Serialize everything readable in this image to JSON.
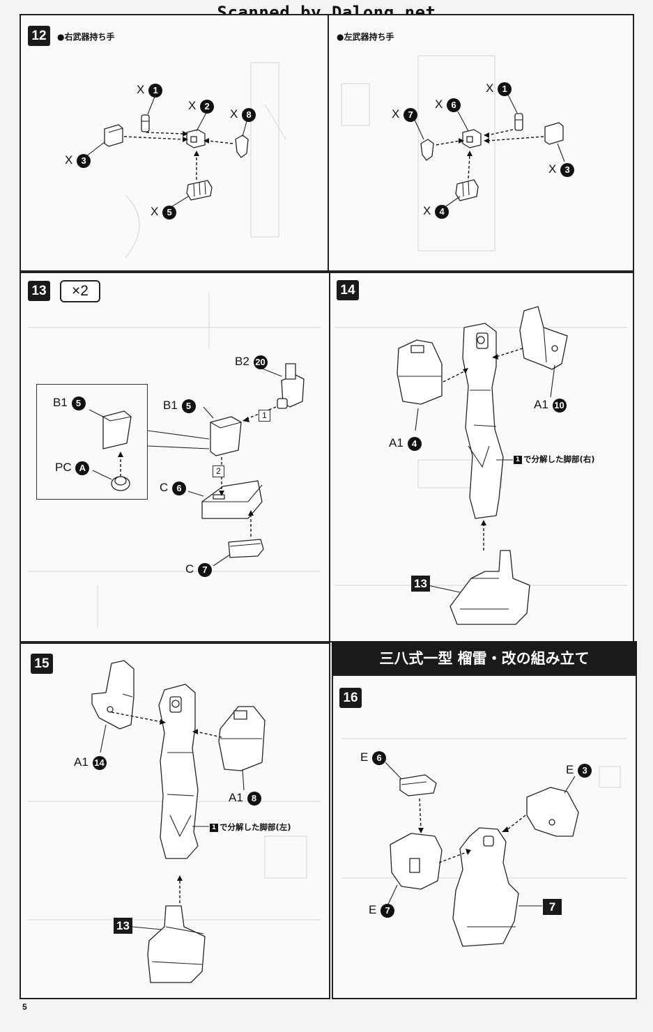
{
  "watermark": "Scanned by Dalong.net",
  "page_number": "5",
  "step12": {
    "number": "12",
    "right_title": "●右武器持ち手",
    "left_title": "●左武器持ち手",
    "right_labels": [
      {
        "prefix": "X",
        "num": "1"
      },
      {
        "prefix": "X",
        "num": "2"
      },
      {
        "prefix": "X",
        "num": "8"
      },
      {
        "prefix": "X",
        "num": "3"
      },
      {
        "prefix": "X",
        "num": "5"
      }
    ],
    "left_labels": [
      {
        "prefix": "X",
        "num": "1"
      },
      {
        "prefix": "X",
        "num": "7"
      },
      {
        "prefix": "X",
        "num": "6"
      },
      {
        "prefix": "X",
        "num": "3"
      },
      {
        "prefix": "X",
        "num": "4"
      }
    ]
  },
  "step13": {
    "number": "13",
    "multiplier": "×2",
    "labels": [
      {
        "prefix": "B2",
        "num": "20"
      },
      {
        "prefix": "B1",
        "num": "5"
      },
      {
        "prefix": "B1",
        "num": "5"
      },
      {
        "prefix": "PC",
        "num": "A"
      },
      {
        "prefix": "C",
        "num": "6"
      },
      {
        "prefix": "C",
        "num": "7"
      }
    ],
    "order": [
      "1",
      "2"
    ]
  },
  "step14": {
    "number": "14",
    "labels": [
      {
        "prefix": "A1",
        "num": "10"
      },
      {
        "prefix": "A1",
        "num": "4"
      }
    ],
    "note_num": "1",
    "note": "で分解した脚部(右)",
    "badge": "13"
  },
  "step15": {
    "number": "15",
    "labels": [
      {
        "prefix": "A1",
        "num": "14"
      },
      {
        "prefix": "A1",
        "num": "8"
      }
    ],
    "note_num": "1",
    "note": "で分解した脚部(左)",
    "badge": "13"
  },
  "banner": "三八式一型 榴雷・改の組み立て",
  "step16": {
    "number": "16",
    "labels": [
      {
        "prefix": "E",
        "num": "6"
      },
      {
        "prefix": "E",
        "num": "3"
      },
      {
        "prefix": "E",
        "num": "7"
      }
    ],
    "badge": "7"
  }
}
